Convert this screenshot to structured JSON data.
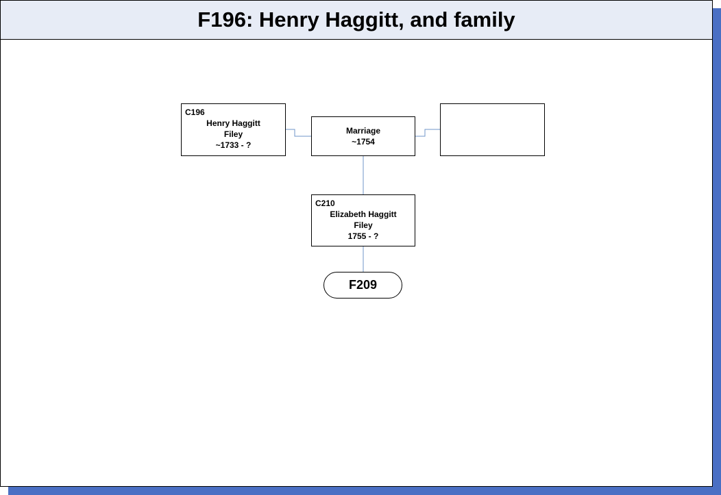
{
  "title": "F196: Henry Haggitt, and family",
  "colors": {
    "shadow": "#4a6fc4",
    "title_bar": "#e7ecf6",
    "connector": "#6f95c8"
  },
  "spouse_1": {
    "code": "C196",
    "name_line_1": "Henry Haggitt",
    "name_line_2": "Filey",
    "dates": "~1733 - ?"
  },
  "spouse_2": {
    "code": "",
    "name_line_1": "",
    "name_line_2": "",
    "dates": ""
  },
  "marriage": {
    "label": "Marriage",
    "date": "~1754"
  },
  "child": {
    "code": "C210",
    "name_line_1": "Elizabeth Haggitt",
    "name_line_2": "Filey",
    "dates": "1755 - ?"
  },
  "child_family_link": "F209"
}
